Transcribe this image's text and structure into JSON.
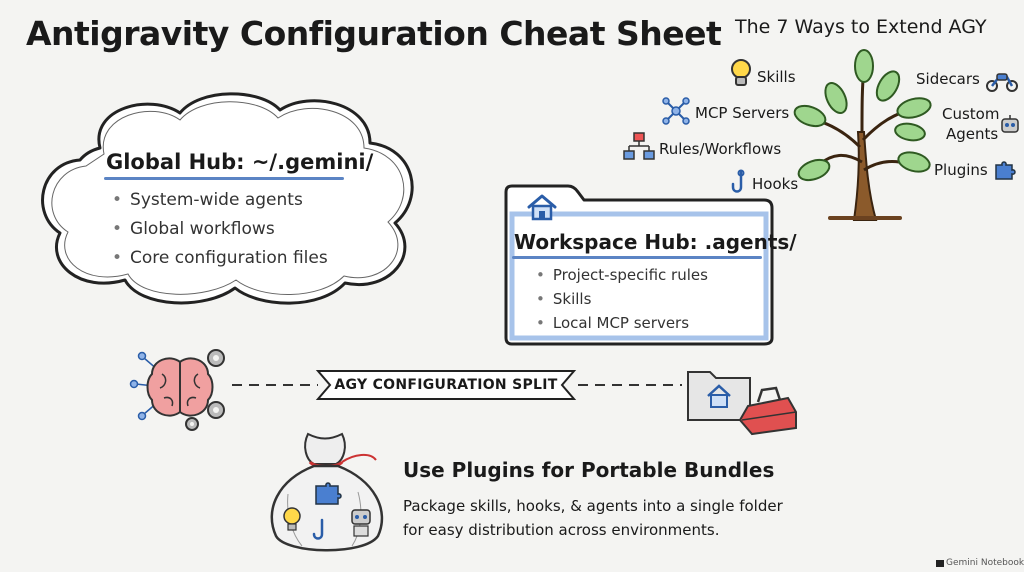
{
  "title": "Antigravity Configuration Cheat Sheet",
  "extend": {
    "title": "The 7 Ways to Extend AGY",
    "ways": [
      {
        "label": "Skills",
        "icon": "lightbulb-icon"
      },
      {
        "label": "MCP Servers",
        "icon": "network-icon"
      },
      {
        "label": "Rules/Workflows",
        "icon": "flowchart-icon"
      },
      {
        "label": "Hooks",
        "icon": "hook-icon"
      },
      {
        "label": "Sidecars",
        "icon": "motorcycle-icon"
      },
      {
        "label": "Custom",
        "label2": "Agents",
        "icon": "robot-icon"
      },
      {
        "label": "Plugins",
        "icon": "puzzle-icon"
      }
    ]
  },
  "global_hub": {
    "title": "Global Hub: ~/.gemini/",
    "items": [
      "System-wide agents",
      "Global workflows",
      "Core configuration files"
    ]
  },
  "workspace_hub": {
    "title": "Workspace Hub: .agents/",
    "items": [
      "Project-specific rules",
      "Skills",
      "Local MCP servers"
    ]
  },
  "split": {
    "label": "AGY CONFIGURATION SPLIT"
  },
  "plugins": {
    "title": "Use Plugins for Portable Bundles",
    "desc_line1": "Package skills, hooks, & agents into a single folder",
    "desc_line2": "for easy distribution across environments."
  },
  "brand": "Gemini Notebook",
  "colors": {
    "accent_blue": "#5b84c4",
    "folder_fill": "#ffffff",
    "leaf_green": "#9fd68e",
    "trunk_brown": "#7a5230",
    "brain_pink": "#f0a0a0",
    "toolbox_red": "#e05050"
  }
}
